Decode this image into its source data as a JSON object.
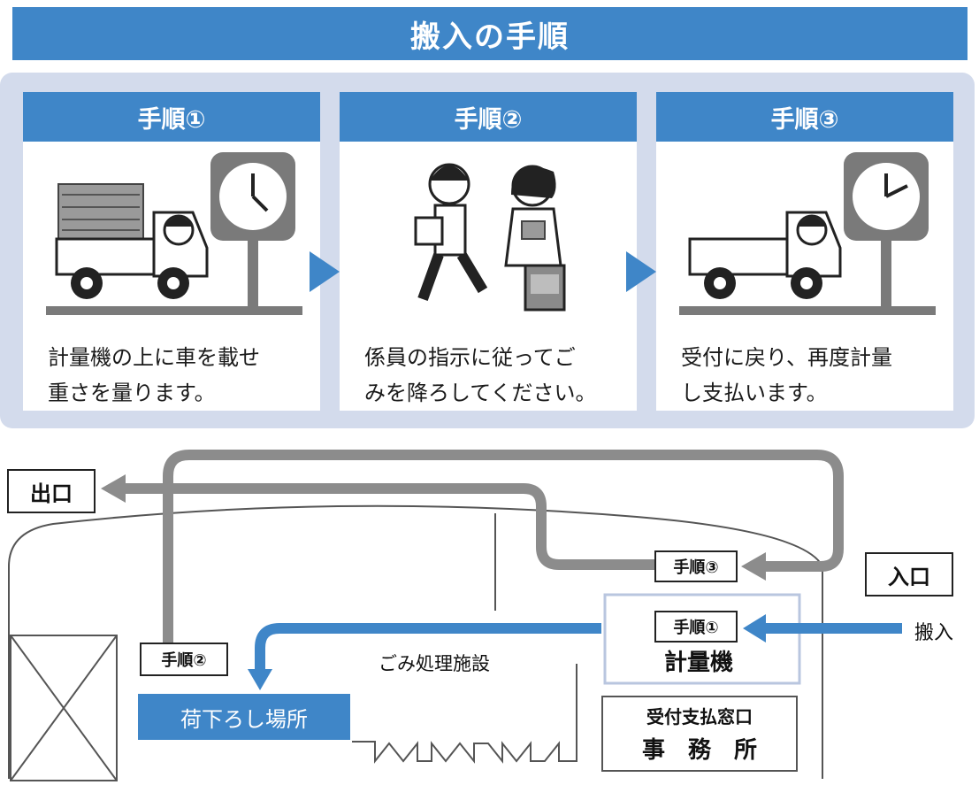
{
  "title": "搬入の手順",
  "steps": [
    {
      "header": "手順①",
      "text_line1": "計量機の上に車を載せ",
      "text_line2": "重さを量ります。"
    },
    {
      "header": "手順②",
      "text_line1": "係員の指示に従ってご",
      "text_line2": "みを降ろしてください。"
    },
    {
      "header": "手順③",
      "text_line1": "受付に戻り、再度計量",
      "text_line2": "し支払います。"
    }
  ],
  "map": {
    "exit": "出口",
    "entrance": "入口",
    "carry_in": "搬入",
    "step1_tag": "手順①",
    "scale": "計量機",
    "step2_tag": "手順②",
    "step3_tag": "手順③",
    "facility": "ごみ処理施設",
    "unloading_area": "荷下ろし場所",
    "office_line1": "受付支払窓口",
    "office_line2": "事　務　所"
  },
  "colors": {
    "accent": "#3f86c8",
    "panel": "#d3dbec",
    "route": "#8c8c8c",
    "outline": "#555555"
  }
}
